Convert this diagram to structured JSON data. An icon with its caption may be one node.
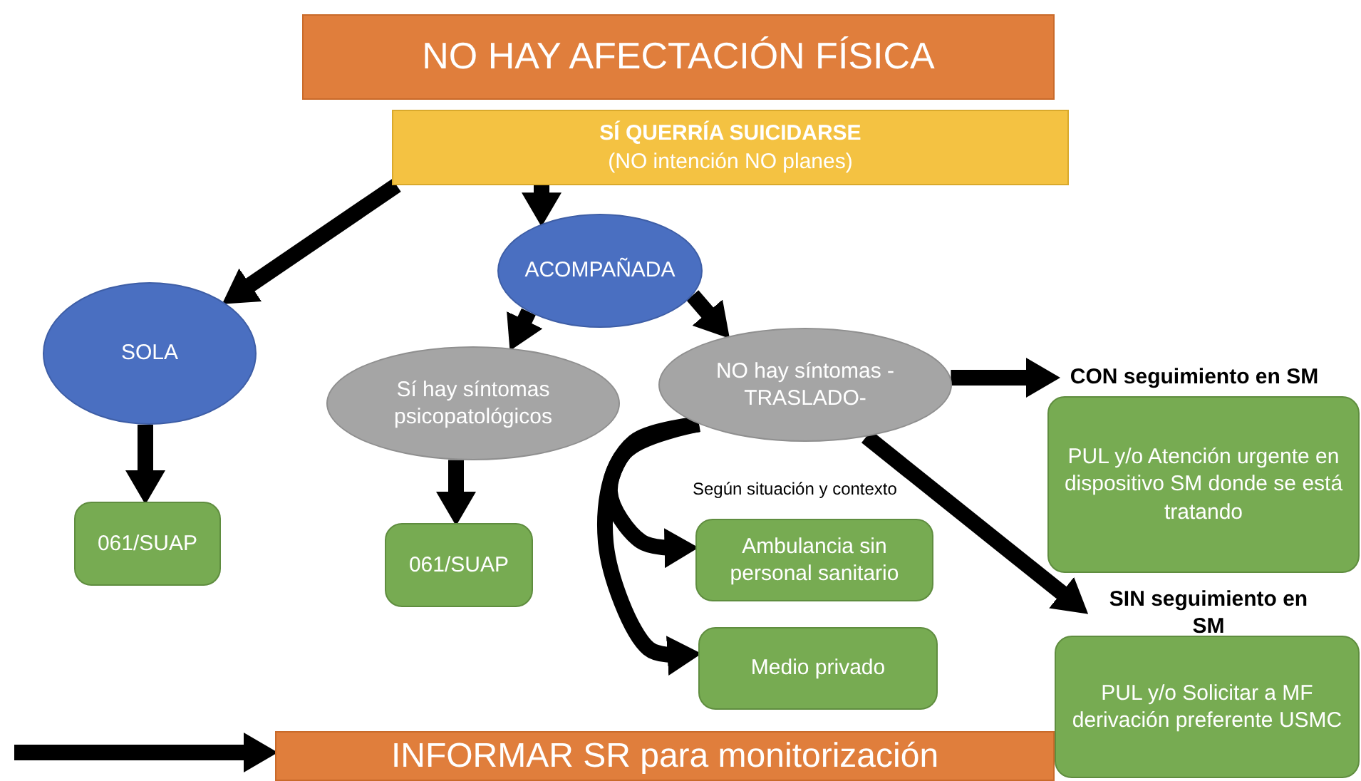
{
  "diagram": {
    "nodes": [
      {
        "text": [
          "NO HAY AFECTACIÓN FÍSICA"
        ]
      },
      {
        "text": [
          "SÍ QUERRÍA SUICIDARSE",
          "(NO intención NO planes)"
        ]
      },
      {
        "text": [
          "ACOMPAÑADA"
        ]
      },
      {
        "text": [
          "SOLA"
        ]
      },
      {
        "text": [
          "Sí hay síntomas psicopatológicos"
        ]
      },
      {
        "text": [
          "NO hay síntomas -TRASLADO-"
        ]
      },
      {
        "text": [
          "061/SUAP"
        ]
      },
      {
        "text": [
          "061/SUAP"
        ]
      },
      {
        "text": [
          "CON seguimiento en SM"
        ]
      },
      {
        "text": [
          "PUL y/o Atención urgente en dispositivo SM donde se está tratando"
        ]
      },
      {
        "text": [
          "Ambulancia sin personal sanitario"
        ]
      },
      {
        "text": [
          "Medio privado"
        ]
      },
      {
        "text": [
          "SIN seguimiento en SM"
        ]
      },
      {
        "text": [
          "PUL y/o Solicitar a MF derivación preferente USMC"
        ]
      },
      {
        "text": [
          "INFORMAR SR para monitorización"
        ]
      }
    ],
    "edges": [
      {
        "from": 1,
        "to": 3,
        "arrow": "to"
      },
      {
        "from": 1,
        "to": 2,
        "arrow": "to"
      },
      {
        "from": 2,
        "to": 4,
        "arrow": "to"
      },
      {
        "from": 2,
        "to": 5,
        "arrow": "to"
      },
      {
        "from": 3,
        "to": 6,
        "arrow": "to"
      },
      {
        "from": 4,
        "to": 7,
        "arrow": "to"
      },
      {
        "from": 5,
        "to": 8,
        "arrow": "to"
      },
      {
        "from": 5,
        "to": 12,
        "arrow": "to"
      },
      {
        "from": 5,
        "to": 10,
        "arrow": "to"
      },
      {
        "from": 5,
        "to": 11,
        "arrow": "to"
      },
      {
        "from": null,
        "to": 14,
        "arrow": "to"
      }
    ],
    "labels": [
      "Según situación y contexto"
    ]
  }
}
